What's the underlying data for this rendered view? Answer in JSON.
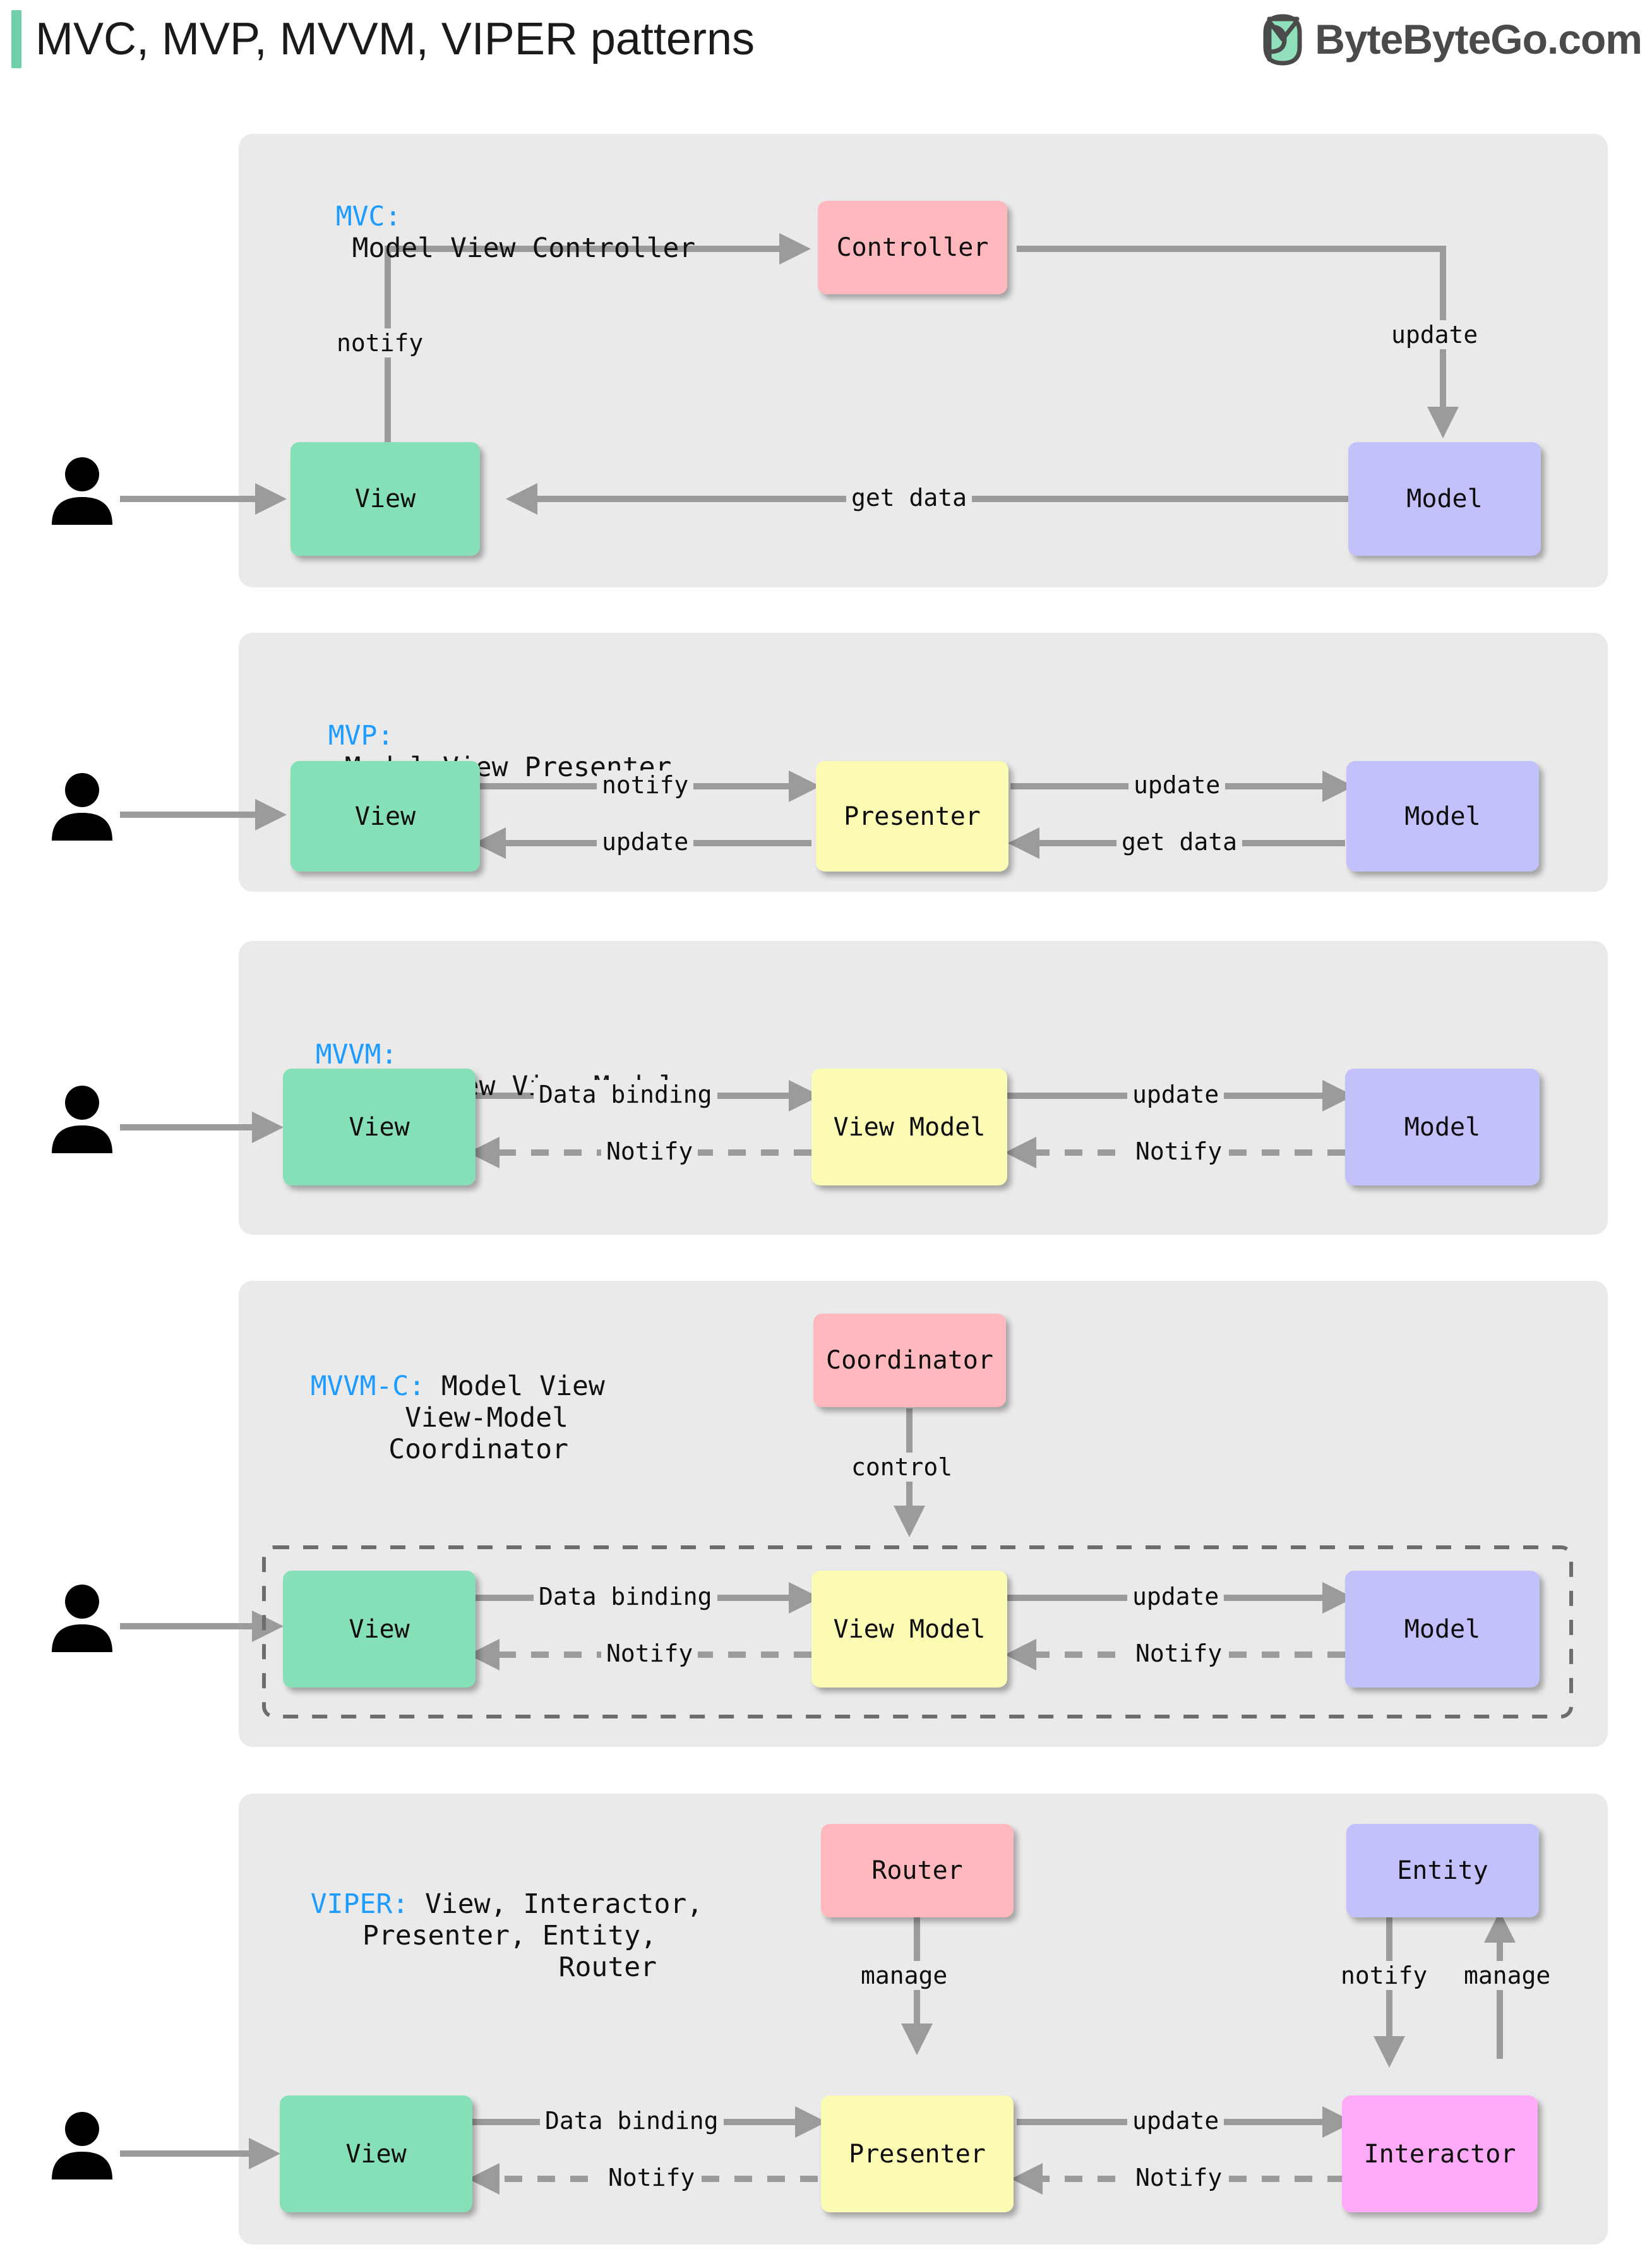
{
  "header": {
    "title": "MVC, MVP, MVVM, VIPER patterns",
    "brand": "ByteByteGo.com",
    "logo_icon": "bytebytego-logo-icon",
    "accent_color": "#6ecfa8"
  },
  "colors": {
    "panel_bg": "#eaeaea",
    "keyword_blue": "#1e9bff",
    "view": "#86e0b7",
    "model": "#c2c1fb",
    "controller": "#ffb8bd",
    "presenter": "#fbfbb4",
    "interactor": "#ffaaf7",
    "arrow": "#9b9b9b"
  },
  "sections": [
    {
      "id": "mvc",
      "acronym": "MVC:",
      "expansion": "Model View Controller",
      "nodes": [
        {
          "name": "view",
          "label": "View"
        },
        {
          "name": "controller",
          "label": "Controller"
        },
        {
          "name": "model",
          "label": "Model"
        }
      ],
      "edges": [
        {
          "from": "view",
          "to": "controller",
          "label": "notify",
          "style": "solid"
        },
        {
          "from": "controller",
          "to": "model",
          "label": "update",
          "style": "solid"
        },
        {
          "from": "model",
          "to": "view",
          "label": "get data",
          "style": "solid"
        },
        {
          "from": "user",
          "to": "view",
          "label": "",
          "style": "solid"
        }
      ]
    },
    {
      "id": "mvp",
      "acronym": "MVP:",
      "expansion": "Model View Presenter",
      "nodes": [
        {
          "name": "view",
          "label": "View"
        },
        {
          "name": "presenter",
          "label": "Presenter"
        },
        {
          "name": "model",
          "label": "Model"
        }
      ],
      "edges": [
        {
          "from": "view",
          "to": "presenter",
          "label": "notify",
          "style": "solid"
        },
        {
          "from": "presenter",
          "to": "view",
          "label": "update",
          "style": "solid"
        },
        {
          "from": "presenter",
          "to": "model",
          "label": "update",
          "style": "solid"
        },
        {
          "from": "model",
          "to": "presenter",
          "label": "get data",
          "style": "solid"
        },
        {
          "from": "user",
          "to": "view",
          "label": "",
          "style": "solid"
        }
      ]
    },
    {
      "id": "mvvm",
      "acronym": "MVVM:",
      "expansion": "Model View View-Model",
      "nodes": [
        {
          "name": "view",
          "label": "View"
        },
        {
          "name": "view_model",
          "label": "View Model"
        },
        {
          "name": "model",
          "label": "Model"
        }
      ],
      "edges": [
        {
          "from": "view",
          "to": "view_model",
          "label": "Data binding",
          "style": "solid"
        },
        {
          "from": "view_model",
          "to": "view",
          "label": "Notify",
          "style": "dashed"
        },
        {
          "from": "view_model",
          "to": "model",
          "label": "update",
          "style": "solid"
        },
        {
          "from": "model",
          "to": "view_model",
          "label": "Notify",
          "style": "dashed"
        },
        {
          "from": "user",
          "to": "view",
          "label": "",
          "style": "solid"
        }
      ]
    },
    {
      "id": "mvvmc",
      "acronym": "MVVM-C:",
      "expansion": "Model View\nView-Model\nCoordinator",
      "nodes": [
        {
          "name": "coordinator",
          "label": "Coordinator"
        },
        {
          "name": "view",
          "label": "View"
        },
        {
          "name": "view_model",
          "label": "View Model"
        },
        {
          "name": "model",
          "label": "Model"
        }
      ],
      "grouping_box": "dashed-group-box",
      "edges": [
        {
          "from": "coordinator",
          "to": "view_model",
          "label": "control",
          "style": "solid"
        },
        {
          "from": "view",
          "to": "view_model",
          "label": "Data binding",
          "style": "solid"
        },
        {
          "from": "view_model",
          "to": "view",
          "label": "Notify",
          "style": "dashed"
        },
        {
          "from": "view_model",
          "to": "model",
          "label": "update",
          "style": "solid"
        },
        {
          "from": "model",
          "to": "view_model",
          "label": "Notify",
          "style": "dashed"
        },
        {
          "from": "user",
          "to": "view",
          "label": "",
          "style": "solid"
        }
      ]
    },
    {
      "id": "viper",
      "acronym": "VIPER:",
      "expansion": "View, Interactor,\nPresenter, Entity,\nRouter",
      "nodes": [
        {
          "name": "router",
          "label": "Router"
        },
        {
          "name": "entity",
          "label": "Entity"
        },
        {
          "name": "view",
          "label": "View"
        },
        {
          "name": "presenter",
          "label": "Presenter"
        },
        {
          "name": "interactor",
          "label": "Interactor"
        }
      ],
      "edges": [
        {
          "from": "router",
          "to": "presenter",
          "label": "manage",
          "style": "solid"
        },
        {
          "from": "entity",
          "to": "interactor",
          "label": "notify",
          "style": "solid"
        },
        {
          "from": "interactor",
          "to": "entity",
          "label": "manage",
          "style": "solid"
        },
        {
          "from": "view",
          "to": "presenter",
          "label": "Data binding",
          "style": "solid"
        },
        {
          "from": "presenter",
          "to": "view",
          "label": "Notify",
          "style": "dashed"
        },
        {
          "from": "presenter",
          "to": "interactor",
          "label": "update",
          "style": "solid"
        },
        {
          "from": "interactor",
          "to": "presenter",
          "label": "Notify",
          "style": "dashed"
        },
        {
          "from": "user",
          "to": "view",
          "label": "",
          "style": "solid"
        }
      ]
    }
  ]
}
